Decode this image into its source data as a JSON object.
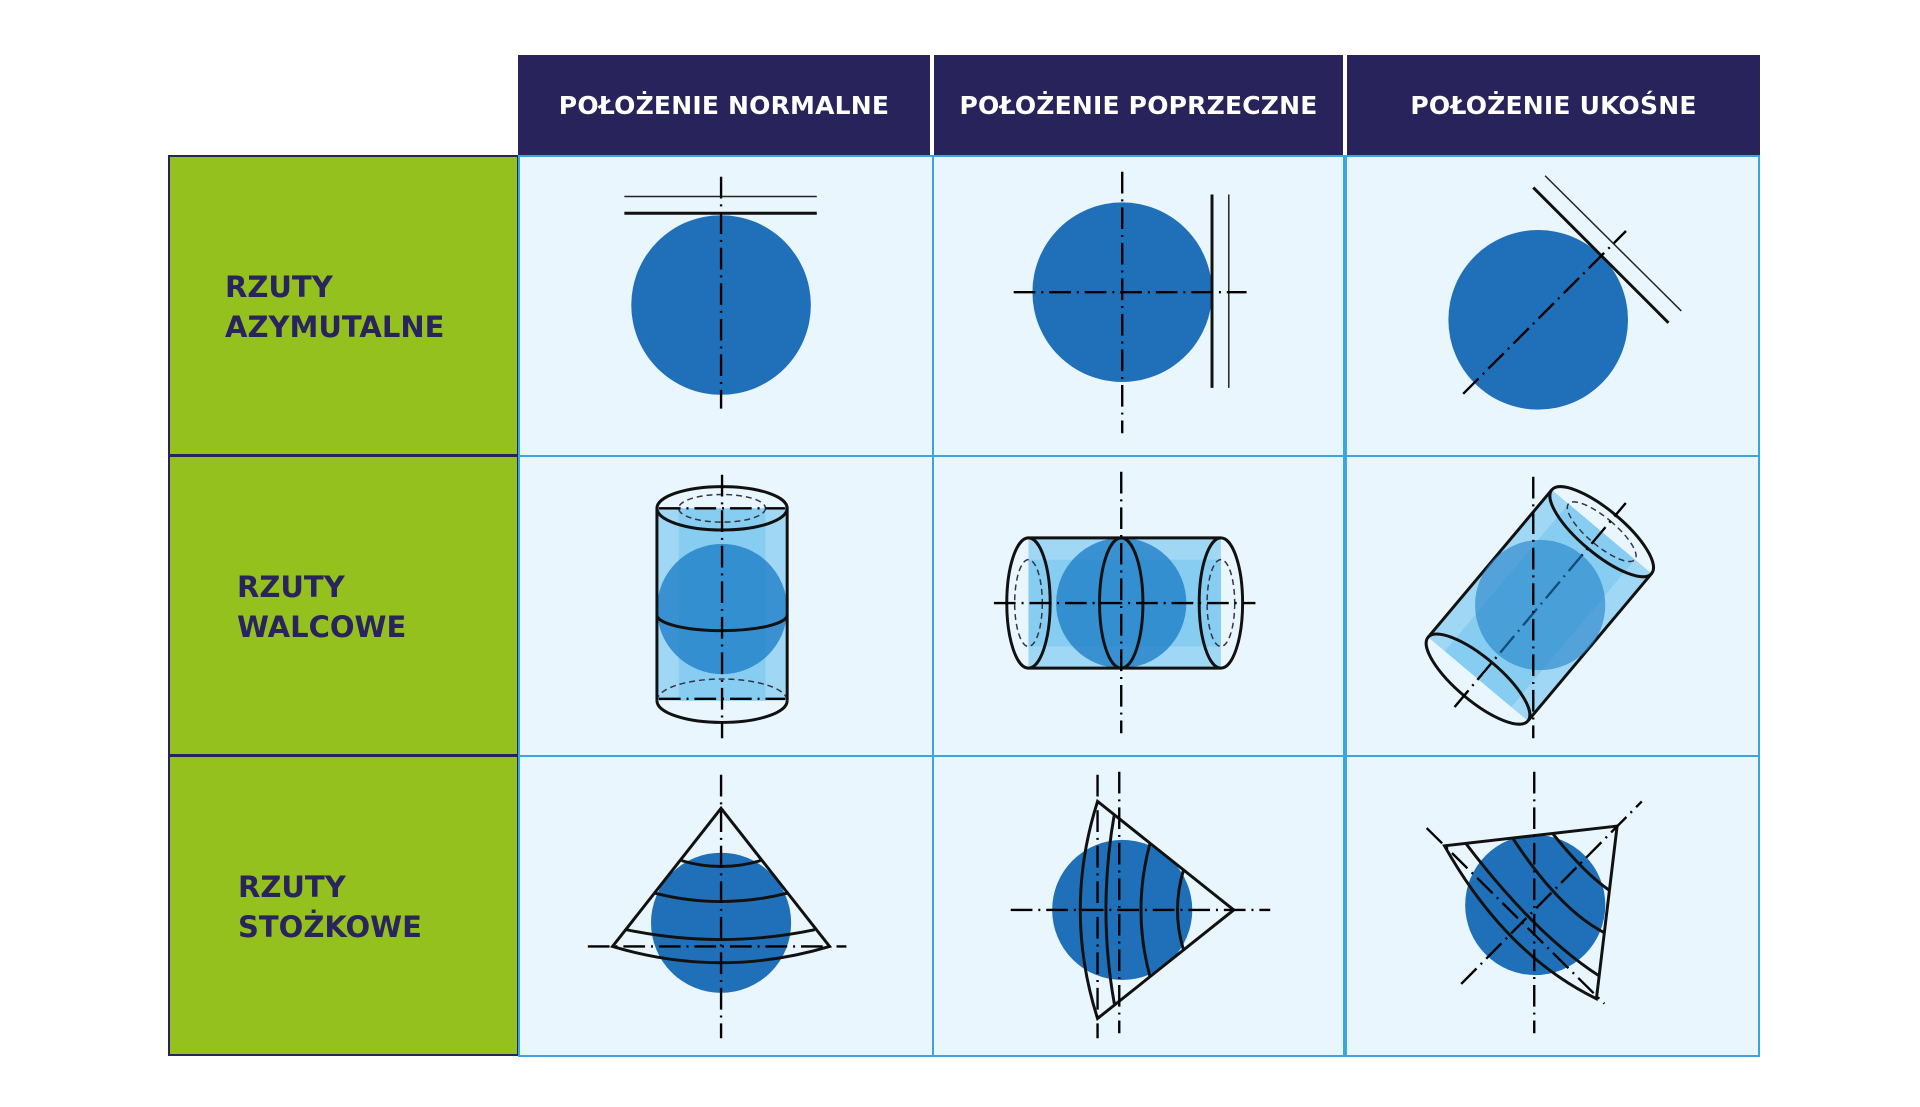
{
  "table": {
    "columns": [
      {
        "label": "POŁOŻENIE NORMALNE"
      },
      {
        "label": "POŁOŻENIE POPRZECZNE"
      },
      {
        "label": "POŁOŻENIE UKOŚNE"
      }
    ],
    "rows": [
      {
        "line1": "RZUTY",
        "line2": "AZYMUTALNE",
        "surface": "plane"
      },
      {
        "line1": "RZUTY",
        "line2": "WALCOWE",
        "surface": "cylinder"
      },
      {
        "line1": "RZUTY",
        "line2": "STOŻKOWE",
        "surface": "cone"
      }
    ]
  },
  "colors": {
    "header_bg": "#29235c",
    "row_label_bg": "#95c11f",
    "row_label_text": "#2a245e",
    "cell_bg": "#eaf6fe",
    "cell_border": "#3aa6df",
    "globe": "#1f70b8",
    "surface_fill": "#6ec3ee"
  }
}
